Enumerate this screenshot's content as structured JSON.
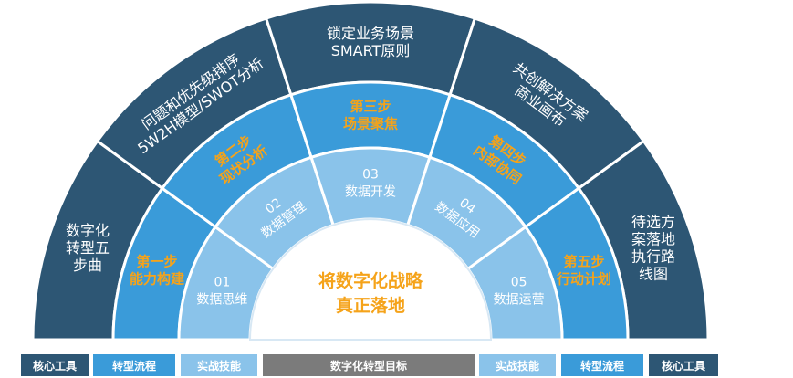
{
  "colors": {
    "outer": "#2d5674",
    "middle": "#3a9bd9",
    "inner": "#8ac3ea",
    "accent": "#f5a31a",
    "center_bg": "#ffffff",
    "gray": "#7b7b7b"
  },
  "center": {
    "line1": "将数字化战略",
    "line2": "真正落地"
  },
  "outer_ring": [
    {
      "lines": [
        "数字化",
        "转型五",
        "步曲"
      ]
    },
    {
      "lines": [
        "问题和优先级排序",
        "5W2H模型/SWOT分析"
      ]
    },
    {
      "lines": [
        "锁定业务场景",
        "SMART原则"
      ]
    },
    {
      "lines": [
        "共创解决方案",
        "商业画布"
      ]
    },
    {
      "lines": [
        "待选方",
        "案落地",
        "执行路",
        "线图"
      ]
    }
  ],
  "middle_ring": [
    {
      "lines": [
        "第一步",
        "能力构建"
      ]
    },
    {
      "lines": [
        "第二步",
        "现状分析"
      ]
    },
    {
      "lines": [
        "第三步",
        "场景聚焦"
      ]
    },
    {
      "lines": [
        "第四步",
        "内部协同"
      ]
    },
    {
      "lines": [
        "第五步",
        "行动计划"
      ]
    }
  ],
  "inner_ring": [
    {
      "lines": [
        "01",
        "数据思维"
      ]
    },
    {
      "lines": [
        "02",
        "数据管理"
      ]
    },
    {
      "lines": [
        "03",
        "数据开发"
      ]
    },
    {
      "lines": [
        "04",
        "数据应用"
      ]
    },
    {
      "lines": [
        "05",
        "数据运营"
      ]
    }
  ],
  "legend": [
    {
      "label": "核心工具",
      "color": "#2d5674"
    },
    {
      "label": "转型流程",
      "color": "#3a9bd9"
    },
    {
      "label": "实战技能",
      "color": "#8ac3ea"
    },
    {
      "label": "数字化转型目标",
      "color": "#7b7b7b"
    },
    {
      "label": "实战技能",
      "color": "#8ac3ea"
    },
    {
      "label": "转型流程",
      "color": "#3a9bd9"
    },
    {
      "label": "核心工具",
      "color": "#2d5674"
    }
  ]
}
